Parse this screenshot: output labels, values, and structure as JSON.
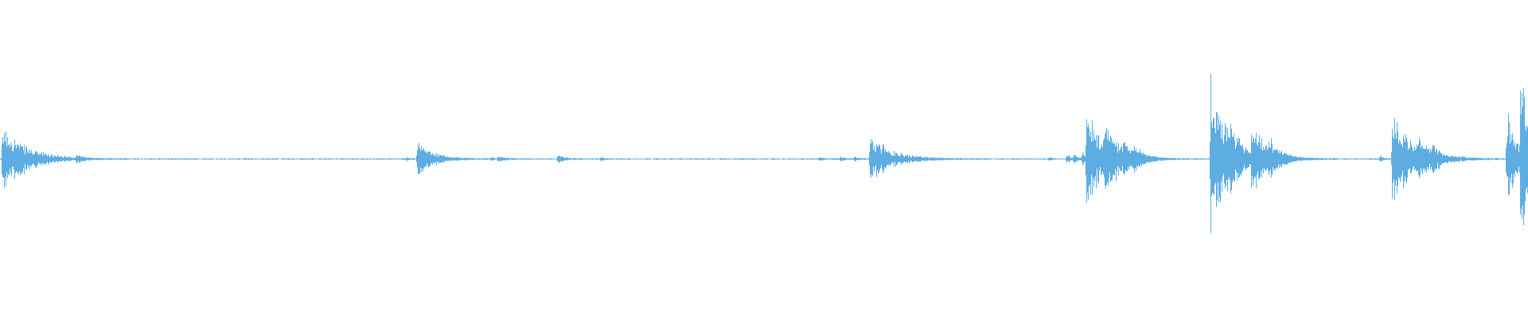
{
  "waveform": {
    "color": "#5dade2",
    "background": "#ffffff",
    "baseline_level": 0.0,
    "noise_level": 0.006,
    "events": [
      {
        "time": 0.0015,
        "peak": 0.36,
        "decay": 0.015,
        "label_icon": "transient-icon"
      },
      {
        "time": 0.05,
        "peak": 0.05,
        "decay": 0.003
      },
      {
        "time": 0.266,
        "peak": 0.02,
        "decay": 0.002
      },
      {
        "time": 0.273,
        "peak": 0.18,
        "decay": 0.01
      },
      {
        "time": 0.321,
        "peak": 0.02,
        "decay": 0.002
      },
      {
        "time": 0.326,
        "peak": 0.03,
        "decay": 0.004
      },
      {
        "time": 0.365,
        "peak": 0.05,
        "decay": 0.004
      },
      {
        "time": 0.393,
        "peak": 0.02,
        "decay": 0.002
      },
      {
        "time": 0.536,
        "peak": 0.02,
        "decay": 0.002
      },
      {
        "time": 0.55,
        "peak": 0.03,
        "decay": 0.002
      },
      {
        "time": 0.559,
        "peak": 0.03,
        "decay": 0.002
      },
      {
        "time": 0.569,
        "peak": 0.26,
        "decay": 0.014
      },
      {
        "time": 0.686,
        "peak": 0.02,
        "decay": 0.002
      },
      {
        "time": 0.698,
        "peak": 0.05,
        "decay": 0.003
      },
      {
        "time": 0.703,
        "peak": 0.04,
        "decay": 0.002
      },
      {
        "time": 0.708,
        "peak": 0.07,
        "decay": 0.003
      },
      {
        "time": 0.711,
        "peak": 0.5,
        "decay": 0.012
      },
      {
        "time": 0.723,
        "peak": 0.27,
        "decay": 0.008
      },
      {
        "time": 0.735,
        "peak": 0.12,
        "decay": 0.006
      },
      {
        "time": 0.742,
        "peak": 0.08,
        "decay": 0.005
      },
      {
        "time": 0.792,
        "peak": 0.86,
        "decay": 0.01
      },
      {
        "time": 0.802,
        "peak": 0.18,
        "decay": 0.01
      },
      {
        "time": 0.819,
        "peak": 0.33,
        "decay": 0.01
      },
      {
        "time": 0.83,
        "peak": 0.1,
        "decay": 0.006
      },
      {
        "time": 0.903,
        "peak": 0.04,
        "decay": 0.002
      },
      {
        "time": 0.911,
        "peak": 0.5,
        "decay": 0.014
      },
      {
        "time": 0.927,
        "peak": 0.1,
        "decay": 0.006
      },
      {
        "time": 0.937,
        "peak": 0.08,
        "decay": 0.005
      },
      {
        "time": 0.986,
        "peak": 0.52,
        "decay": 0.006
      },
      {
        "time": 0.995,
        "peak": 0.99,
        "decay": 0.006
      }
    ]
  }
}
